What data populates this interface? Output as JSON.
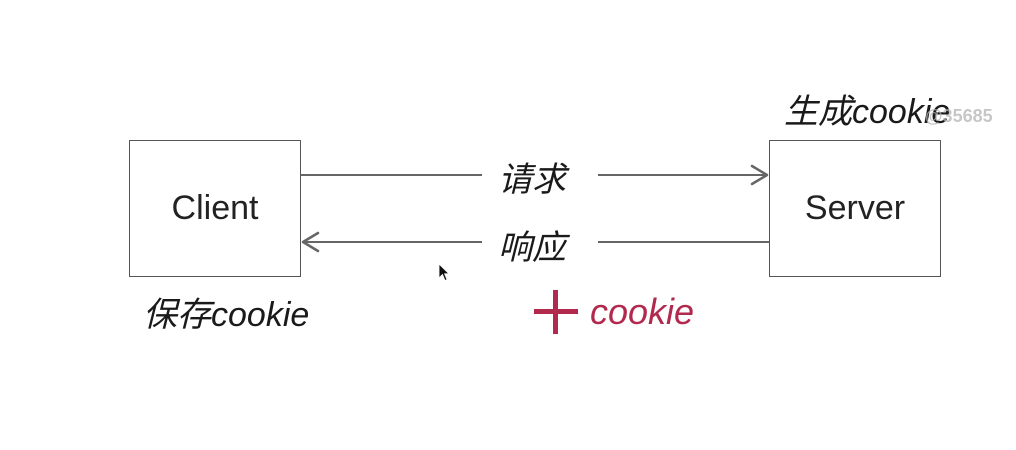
{
  "diagram": {
    "client": {
      "label": "Client",
      "note": "保存cookie"
    },
    "server": {
      "label": "Server",
      "note": "生成cookie"
    },
    "request": {
      "label": "请求"
    },
    "response": {
      "label": "响应"
    },
    "extra": {
      "cookie_label": "cookie",
      "accent_color": "#b2294e"
    }
  },
  "watermark": "@35685",
  "colors": {
    "line": "#666666",
    "box_border": "#555555",
    "text": "#1a1a1a"
  },
  "icons": {
    "cursor": "mouse-pointer-icon",
    "plus": "plus-icon"
  }
}
